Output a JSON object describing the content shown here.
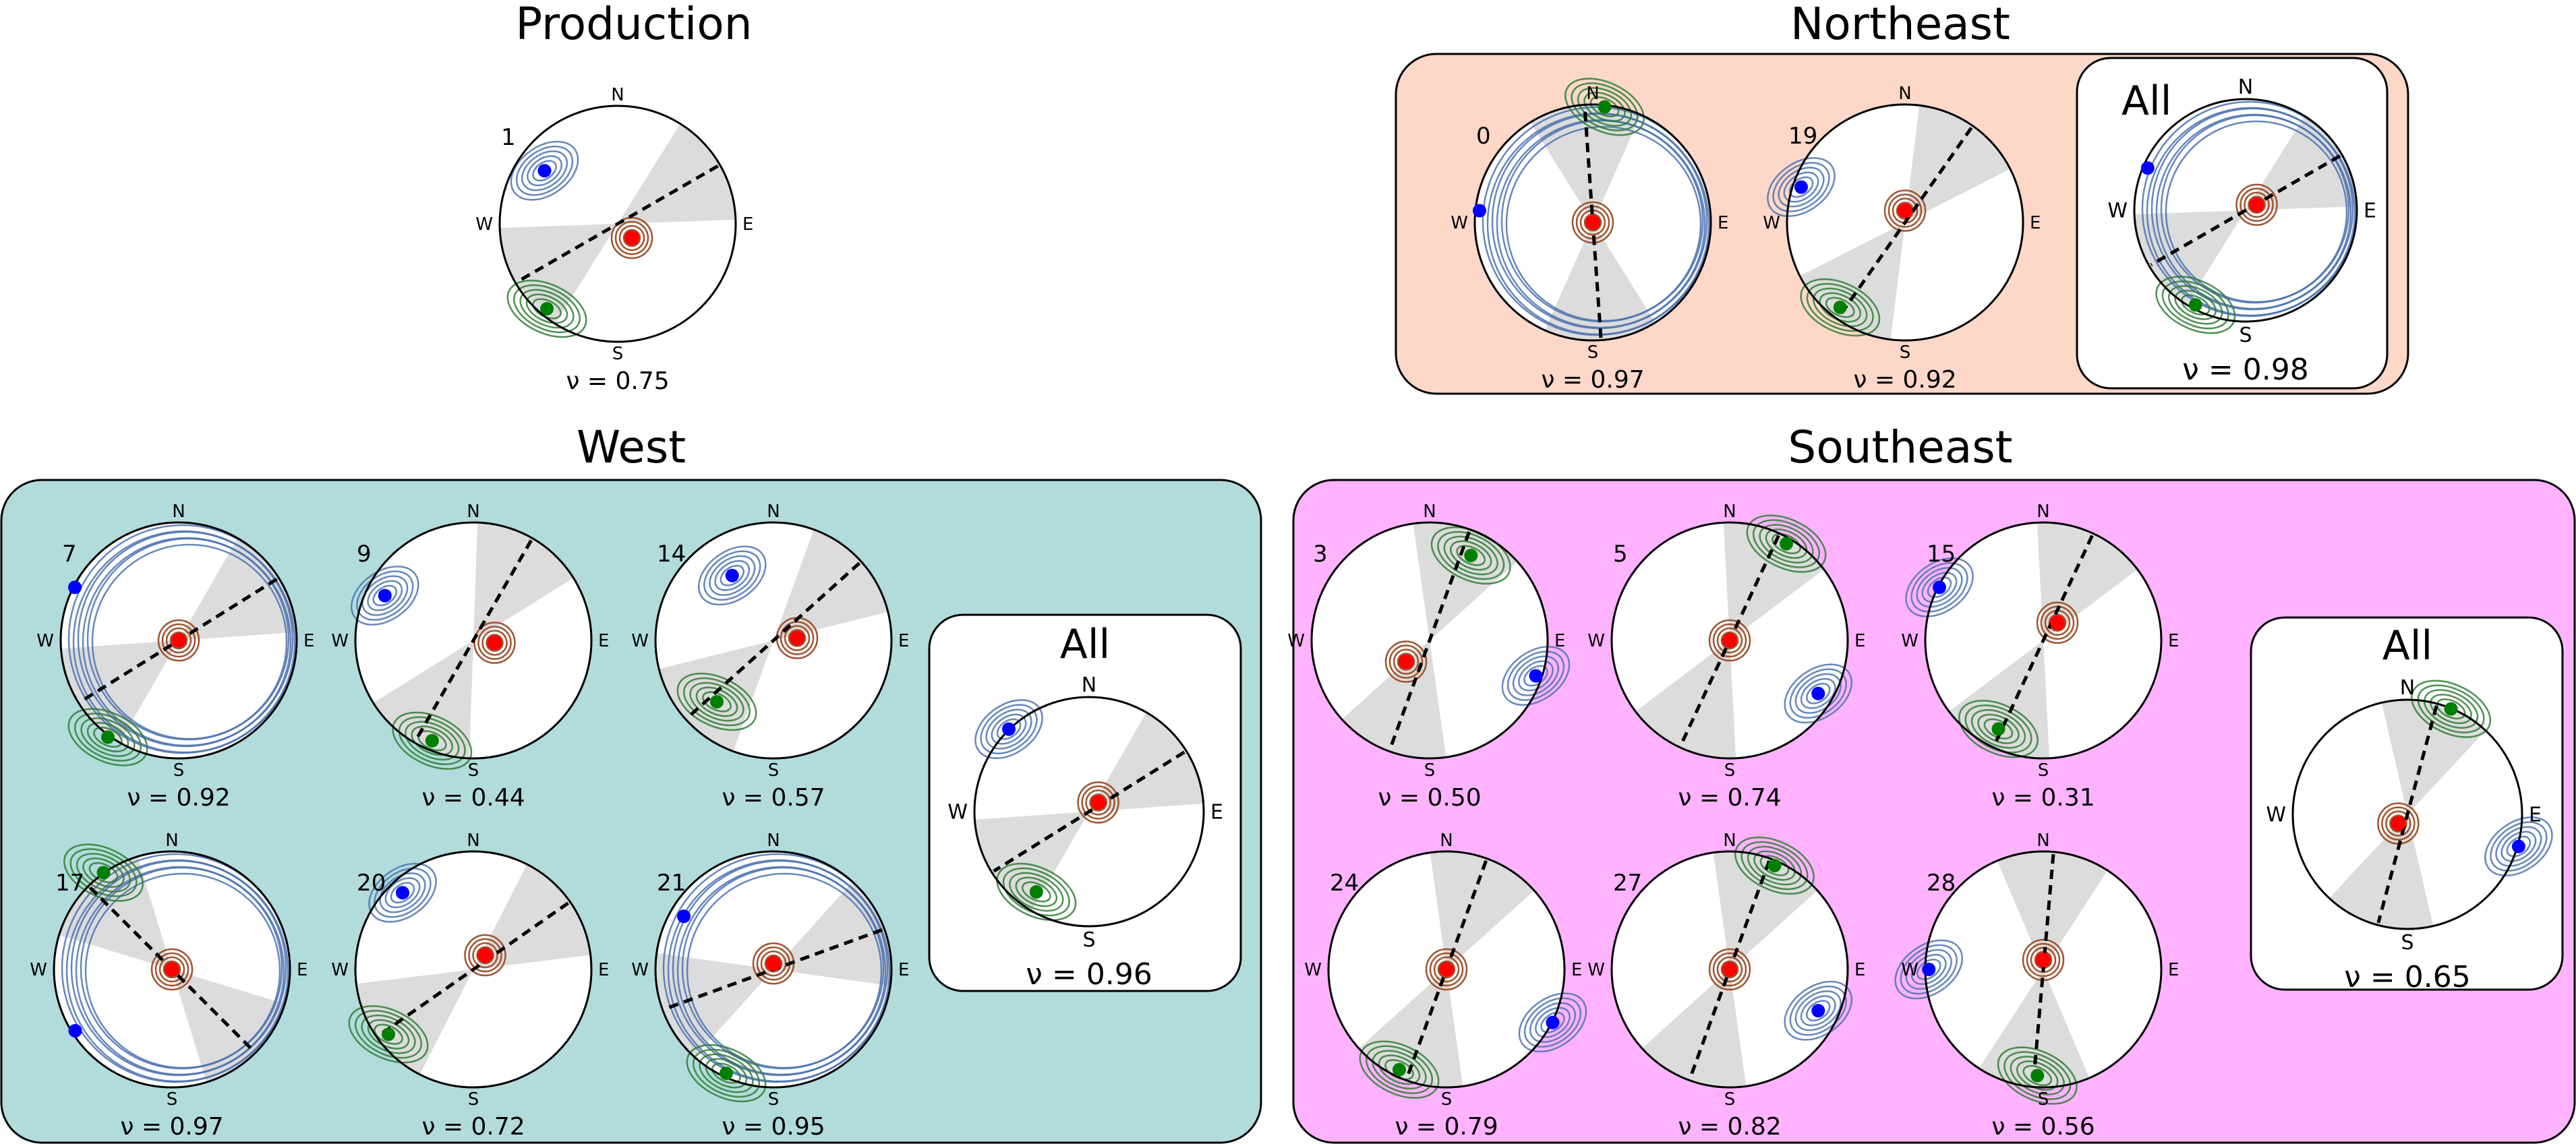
{
  "groups": [
    {
      "key": "production",
      "title": "Production",
      "box": false,
      "nets": [
        {
          "index": "1",
          "nu": "ν = 0.75",
          "sector_strike": 60,
          "plane_strike": 60,
          "red": [
            0.12,
            -0.12
          ],
          "blue": [
            -0.62,
            0.45
          ],
          "green": [
            -0.6,
            -0.72
          ],
          "blue_wrap": false
        }
      ]
    },
    {
      "key": "northeast",
      "title": "Northeast",
      "box": true,
      "fill": "#fdd8c9",
      "nets": [
        {
          "index": "0",
          "nu": "ν = 0.97",
          "sector_strike": 176,
          "plane_strike": 176,
          "red": [
            0,
            0
          ],
          "blue": [
            -0.96,
            0.1
          ],
          "green": [
            0.1,
            0.98
          ],
          "blue_wrap": true
        },
        {
          "index": "19",
          "nu": "ν = 0.92",
          "sector_strike": 35,
          "plane_strike": 35,
          "red": [
            0,
            0.1
          ],
          "blue": [
            -0.88,
            0.3
          ],
          "green": [
            -0.55,
            -0.72
          ],
          "blue_wrap": false
        }
      ],
      "all": {
        "label": "All",
        "nu": "ν = 0.98",
        "sector_strike": 60,
        "plane_strike": 60,
        "red": [
          0.1,
          0.05
        ],
        "blue": [
          -0.88,
          0.38
        ],
        "green": [
          -0.45,
          -0.85
        ],
        "blue_wrap": true
      }
    },
    {
      "key": "west",
      "title": "West",
      "box": true,
      "fill": "#b2dcdb",
      "nets": [
        {
          "index": "7",
          "nu": "ν = 0.92",
          "sector_strike": 58,
          "plane_strike": 58,
          "red": [
            0,
            0
          ],
          "blue": [
            -0.88,
            0.45
          ],
          "green": [
            -0.6,
            -0.82
          ],
          "blue_wrap": true
        },
        {
          "index": "9",
          "nu": "ν = 0.44",
          "sector_strike": 30,
          "plane_strike": 30,
          "red": [
            0.18,
            -0.02
          ],
          "blue": [
            -0.75,
            0.38
          ],
          "green": [
            -0.35,
            -0.85
          ],
          "blue_wrap": false
        },
        {
          "index": "14",
          "nu": "ν = 0.57",
          "sector_strike": 48,
          "plane_strike": 48,
          "red": [
            0.2,
            0.02
          ],
          "blue": [
            -0.35,
            0.55
          ],
          "green": [
            -0.48,
            -0.52
          ],
          "blue_wrap": false
        },
        {
          "index": "17",
          "nu": "ν = 0.97",
          "sector_strike": -45,
          "plane_strike": -45,
          "red": [
            0,
            0
          ],
          "blue": [
            -0.82,
            -0.52
          ],
          "green": [
            -0.58,
            0.82
          ],
          "blue_wrap": true
        },
        {
          "index": "20",
          "nu": "ν = 0.72",
          "sector_strike": 55,
          "plane_strike": 55,
          "red": [
            0.1,
            0.12
          ],
          "blue": [
            -0.6,
            0.65
          ],
          "green": [
            -0.72,
            -0.55
          ],
          "blue_wrap": false
        },
        {
          "index": "21",
          "nu": "ν = 0.95",
          "sector_strike": 70,
          "plane_strike": 70,
          "red": [
            0,
            0.05
          ],
          "blue": [
            -0.76,
            0.45
          ],
          "green": [
            -0.4,
            -0.88
          ],
          "blue_wrap": true
        }
      ],
      "all": {
        "label": "All",
        "nu": "ν = 0.96",
        "sector_strike": 58,
        "plane_strike": 58,
        "red": [
          0.08,
          0.08
        ],
        "blue": [
          -0.7,
          0.72
        ],
        "green": [
          -0.46,
          -0.7
        ],
        "blue_wrap": false
      }
    },
    {
      "key": "southeast",
      "title": "Southeast",
      "box": true,
      "fill": "#ffb3ff",
      "nets": [
        {
          "index": "3",
          "nu": "ν = 0.50",
          "sector_strike": 20,
          "plane_strike": 20,
          "red": [
            -0.2,
            -0.18
          ],
          "blue": [
            0.9,
            -0.3
          ],
          "green": [
            0.35,
            0.72
          ],
          "blue_wrap": false
        },
        {
          "index": "5",
          "nu": "ν = 0.74",
          "sector_strike": 25,
          "plane_strike": 25,
          "red": [
            0,
            0
          ],
          "blue": [
            0.75,
            -0.45
          ],
          "green": [
            0.48,
            0.82
          ],
          "blue_wrap": false
        },
        {
          "index": "15",
          "nu": "ν = 0.31",
          "sector_strike": 25,
          "plane_strike": 25,
          "red": [
            0.12,
            0.15
          ],
          "blue": [
            -0.88,
            0.45
          ],
          "green": [
            -0.38,
            -0.75
          ],
          "blue_wrap": false
        },
        {
          "index": "24",
          "nu": "ν = 0.79",
          "sector_strike": 20,
          "plane_strike": 20,
          "red": [
            0,
            0
          ],
          "blue": [
            0.9,
            -0.45
          ],
          "green": [
            -0.4,
            -0.85
          ],
          "blue_wrap": false
        },
        {
          "index": "27",
          "nu": "ν = 0.82",
          "sector_strike": 20,
          "plane_strike": 20,
          "red": [
            0,
            0
          ],
          "blue": [
            0.75,
            -0.35
          ],
          "green": [
            0.38,
            0.88
          ],
          "blue_wrap": false
        },
        {
          "index": "28",
          "nu": "ν = 0.56",
          "sector_strike": 5,
          "plane_strike": 5,
          "red": [
            0,
            0.08
          ],
          "blue": [
            -0.97,
            0
          ],
          "green": [
            -0.05,
            -0.9
          ],
          "blue_wrap": false
        }
      ],
      "all": {
        "label": "All",
        "nu": "ν = 0.65",
        "sector_strike": 15,
        "plane_strike": 15,
        "red": [
          -0.08,
          -0.08
        ],
        "blue": [
          0.97,
          -0.28
        ],
        "green": [
          0.38,
          0.92
        ],
        "blue_wrap": false
      }
    }
  ],
  "compass": {
    "n": "N",
    "s": "S",
    "e": "E",
    "w": "W"
  },
  "colors": {
    "red": "#ff0000",
    "blue": "#0000ff",
    "green": "#007f00",
    "red_contour": "#a0522d",
    "blue_contour": "#4c72b0",
    "green_contour": "#2e7d32",
    "sector": "#dcdcdc"
  }
}
